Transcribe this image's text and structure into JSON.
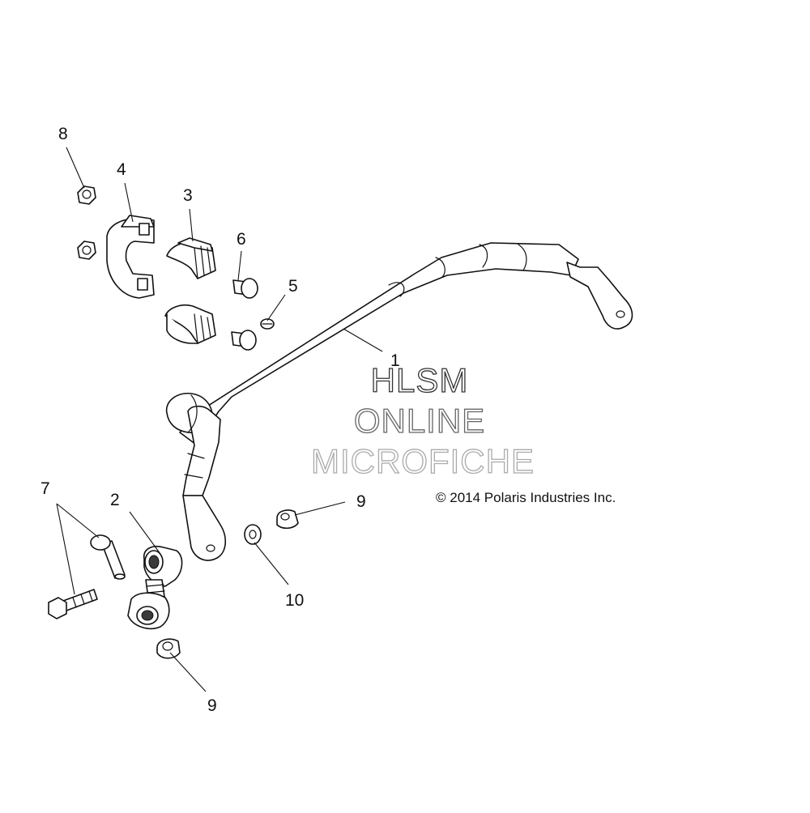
{
  "diagram": {
    "callouts": {
      "c1": "1",
      "c2": "2",
      "c3": "3",
      "c4": "4",
      "c5": "5",
      "c6": "6",
      "c7": "7",
      "c8": "8",
      "c9_upper": "9",
      "c9_lower": "9",
      "c10": "10"
    },
    "copyright": "© 2014 Polaris Industries Inc."
  },
  "watermark": {
    "line1": "HLSM",
    "line2": "ONLINE",
    "line3": "MICROFICHE",
    "colors": {
      "line1": "#333333",
      "line2": "#666666",
      "line3": "#aaaaaa"
    }
  }
}
